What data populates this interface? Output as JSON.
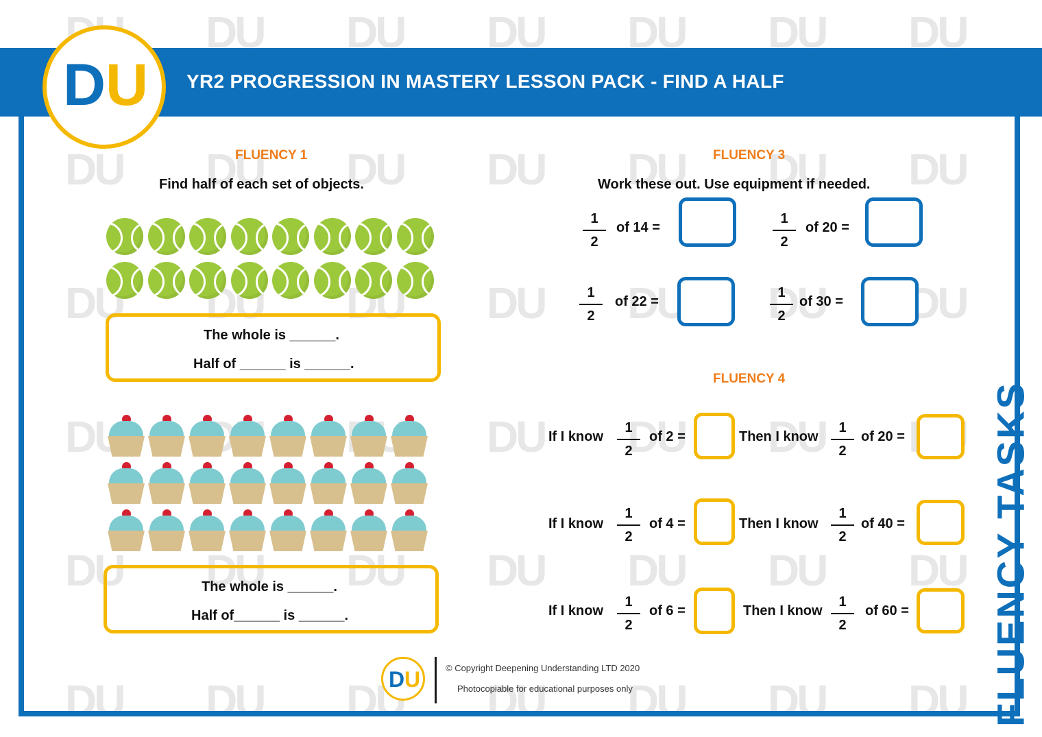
{
  "header": {
    "title": "YR2 PROGRESSION IN MASTERY LESSON PACK - FIND A HALF",
    "logo_text": "DU"
  },
  "side_title": "FLUENCY TASKS",
  "fluency1": {
    "title": "FLUENCY 1",
    "instruction": "Find half of  each set of objects.",
    "balls_count": 16,
    "cupcakes_count": 24,
    "box1": {
      "line1": "The whole is ______.",
      "line2": "Half of ______ is ______."
    },
    "box2": {
      "line1": "The whole is ______.",
      "line2": "Half of______ is ______."
    }
  },
  "fluency3": {
    "title": "FLUENCY 3",
    "instruction": "Work these out.  Use equipment if needed.",
    "items": [
      {
        "num": "1",
        "den": "2",
        "text": "of 14 ="
      },
      {
        "num": "1",
        "den": "2",
        "text": "of 20 ="
      },
      {
        "num": "1",
        "den": "2",
        "text": "of 22 ="
      },
      {
        "num": "1",
        "den": "2",
        "text": "of 30 ="
      }
    ]
  },
  "fluency4": {
    "title": "FLUENCY 4",
    "rows": [
      {
        "if_label": "If I know",
        "if_num": "1",
        "if_den": "2",
        "if_text": "of 2 =",
        "then_label": "Then I know",
        "then_num": "1",
        "then_den": "2",
        "then_text": "of 20 ="
      },
      {
        "if_label": "If I know",
        "if_num": "1",
        "if_den": "2",
        "if_text": "of 4 =",
        "then_label": "Then I know",
        "then_num": "1",
        "then_den": "2",
        "then_text": "of 40 ="
      },
      {
        "if_label": "If I know",
        "if_num": "1",
        "if_den": "2",
        "if_text": "of 6 =",
        "then_label": "Then I know",
        "then_num": "1",
        "then_den": "2",
        "then_text": "of 60 ="
      }
    ]
  },
  "footer": {
    "copyright": "© Copyright Deepening Understanding LTD 2020",
    "note": "Photocopiable for educational purposes only",
    "logo_text": "DU"
  },
  "colors": {
    "brand_blue": "#0e6fba",
    "brand_yellow": "#f5b800",
    "section_orange": "#ef7d1a",
    "ball_green": "#9cc83c"
  }
}
